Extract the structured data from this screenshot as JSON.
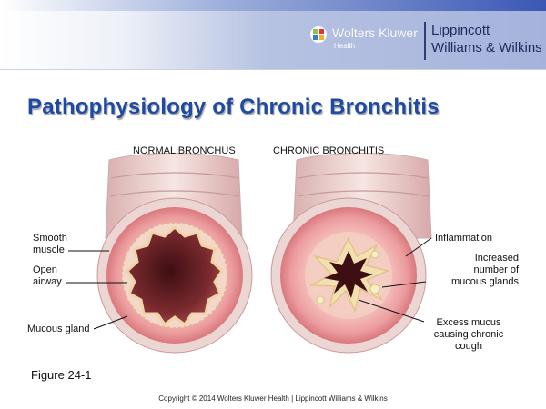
{
  "header": {
    "brand_name": "Wolters Kluwer",
    "brand_sub": "Health",
    "publisher_line1": "Lippincott",
    "publisher_line2": "Williams & Wilkins"
  },
  "title": "Pathophysiology of Chronic Bronchitis",
  "diagram": {
    "left_heading": "NORMAL BRONCHUS",
    "right_heading": "CHRONIC BRONCHITIS",
    "left_labels": {
      "smooth_muscle_1": "Smooth",
      "smooth_muscle_2": "muscle",
      "open_airway_1": "Open",
      "open_airway_2": "airway",
      "mucous_gland": "Mucous gland"
    },
    "right_labels": {
      "inflammation": "Inflammation",
      "glands_1": "Increased",
      "glands_2": "number of",
      "glands_3": "mucous glands",
      "excess_1": "Excess mucus",
      "excess_2": "causing chronic",
      "excess_3": "cough"
    }
  },
  "figure_label": "Figure 24-1",
  "copyright": "Copyright © 2014 Wolters Kluwer Health | Lippincott Williams & Wilkins",
  "colors": {
    "title": "#1f4aa3",
    "tissue_outer": "#e48a8d",
    "lumen": "#7a2a2e",
    "mucus": "#f2e0b0"
  }
}
